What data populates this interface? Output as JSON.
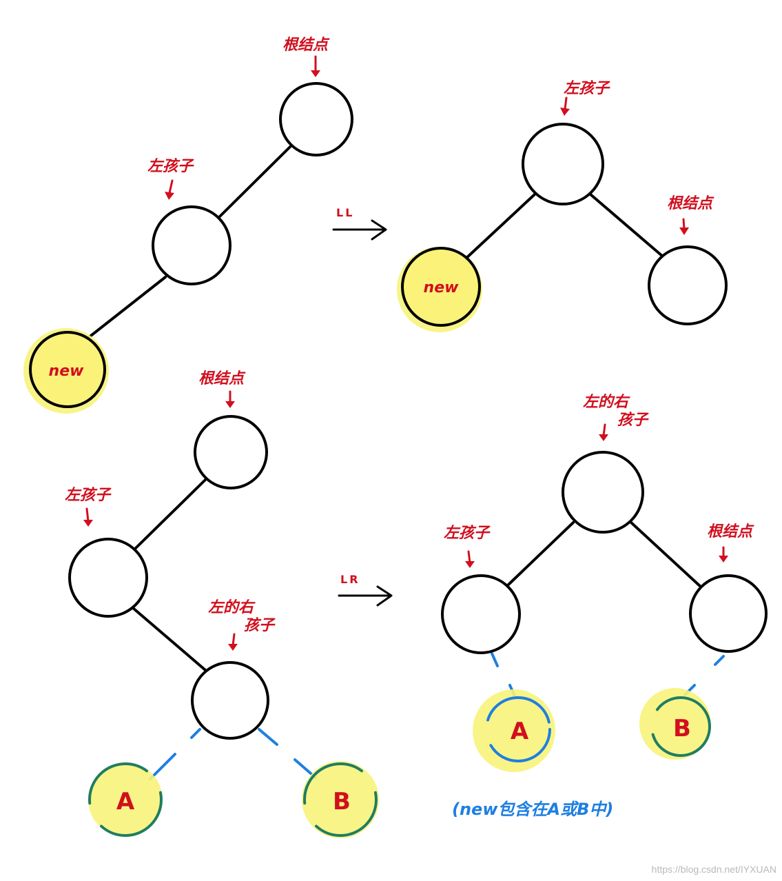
{
  "labels": {
    "root": "根结点",
    "left_child": "左孩子",
    "left_right_child_line1": "左的右",
    "left_right_child_line2": "孩子",
    "new": "new",
    "subtree_a": "A",
    "subtree_b": "B"
  },
  "operations": {
    "ll": "LL",
    "lr": "LR"
  },
  "note": "(new包含在A或B中)",
  "watermark": "https://blog.csdn.net/IYXUAN",
  "colors": {
    "annotation": "#d10f1e",
    "highlight": "#fbf27a",
    "dashed_subtree_link": "#1e7fe0",
    "subtree_ring": "#1f7d62"
  }
}
